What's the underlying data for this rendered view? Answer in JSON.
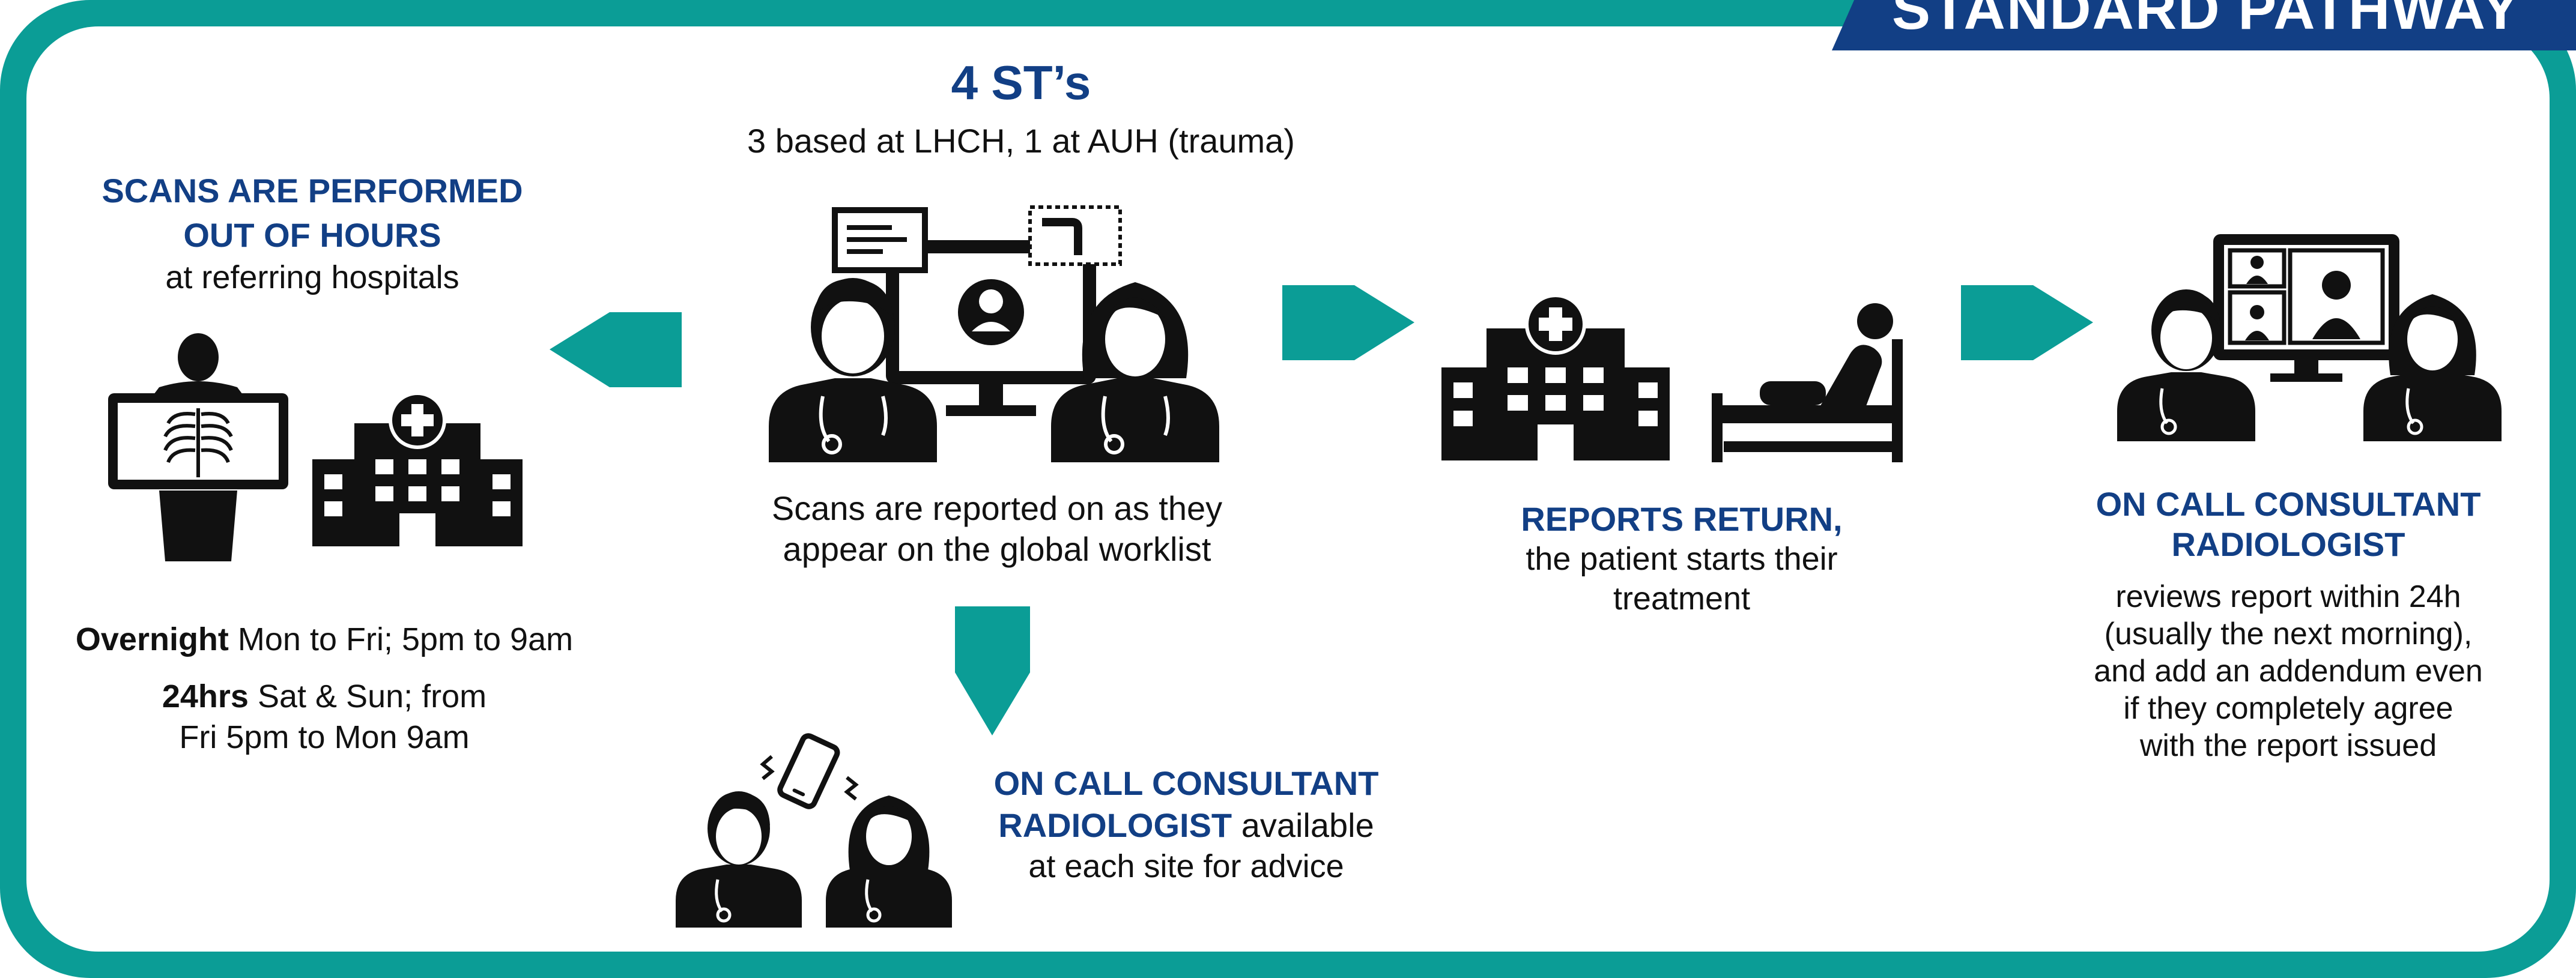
{
  "banner": {
    "title": "STANDARD PATHWAY"
  },
  "center": {
    "heading": "4 ST’s",
    "subheading": "3 based at LHCH, 1 at AUH (trauma)",
    "caption_line1": "Scans are reported on as they",
    "caption_line2": "appear on the global worklist"
  },
  "left": {
    "title_line1": "SCANS ARE PERFORMED",
    "title_line2": "OUT OF HOURS",
    "subtitle": "at referring hospitals",
    "schedule1_bold": "Overnight",
    "schedule1_text": " Mon to Fri; 5pm to 9am",
    "schedule2_bold": "24hrs",
    "schedule2_text": " Sat & Sun; from",
    "schedule2_line2": "Fri 5pm to Mon 9am"
  },
  "reports": {
    "title": "REPORTS RETURN,",
    "text_line1": "the patient starts their",
    "text_line2": "treatment"
  },
  "right": {
    "title_line1": "ON CALL CONSULTANT",
    "title_line2": "RADIOLOGIST",
    "lines": [
      "reviews report within 24h",
      "(usually the next morning),",
      "and add an addendum even",
      "if they completely agree",
      "with the report issued"
    ]
  },
  "bottom": {
    "title_line1": "ON CALL CONSULTANT",
    "title_line2_bold": "RADIOLOGIST",
    "title_line2_rest": " available",
    "text_line3": "at each site for advice"
  },
  "colors": {
    "teal": "#0b9d96",
    "navy": "#123f85",
    "icon": "#111111"
  }
}
